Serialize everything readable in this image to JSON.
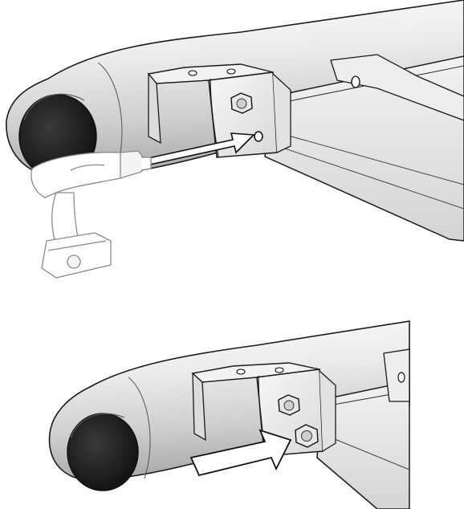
{
  "figure": {
    "panels": [
      {
        "id": "step-1",
        "content": [
          "frame-tube",
          "end-cap",
          "mounting-bracket",
          "hex-bolt",
          "bolt-hole",
          "cordless-drill",
          "insert-arrow"
        ]
      },
      {
        "id": "step-2",
        "content": [
          "frame-tube",
          "end-cap",
          "mounting-bracket",
          "hex-bolt-upper",
          "hex-bolt-lower",
          "direction-arrow"
        ]
      }
    ],
    "colors": {
      "outline": "#1a1a1a",
      "tube_light": "#f4f4f4",
      "tube_mid": "#d8d8d8",
      "tube_dark": "#a8a8a8",
      "cap_dark": "#202020",
      "drill_outline": "#8a8a8a",
      "arrow_fill": "#ffffff"
    }
  }
}
